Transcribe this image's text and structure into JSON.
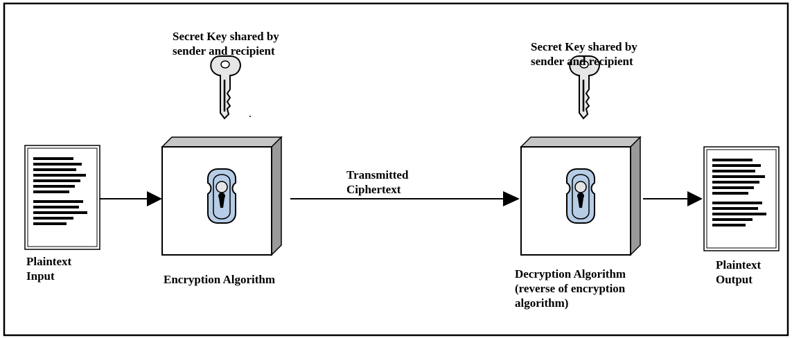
{
  "plaintext_input": {
    "label": "Plaintext\nInput"
  },
  "encryption": {
    "key_label": "Secret Key shared by\nsender and recipient",
    "algorithm_label": "Encryption Algorithm"
  },
  "channel": {
    "label": "Transmitted\nCiphertext"
  },
  "decryption": {
    "key_label": "Secret Key shared by\nsender and recipient",
    "algorithm_label": "Decryption Algorithm\n(reverse of encryption\nalgorithm)"
  },
  "plaintext_output": {
    "label": "Plaintext\nOutput"
  },
  "colors": {
    "line": "#000000",
    "lock_fill": "#b7cde6",
    "box_side": "#9a9a9a",
    "box_top": "#c6c6c6"
  },
  "icons": {
    "document": "document-icon",
    "key": "key-icon",
    "lock": "keyhole-lock-icon"
  }
}
